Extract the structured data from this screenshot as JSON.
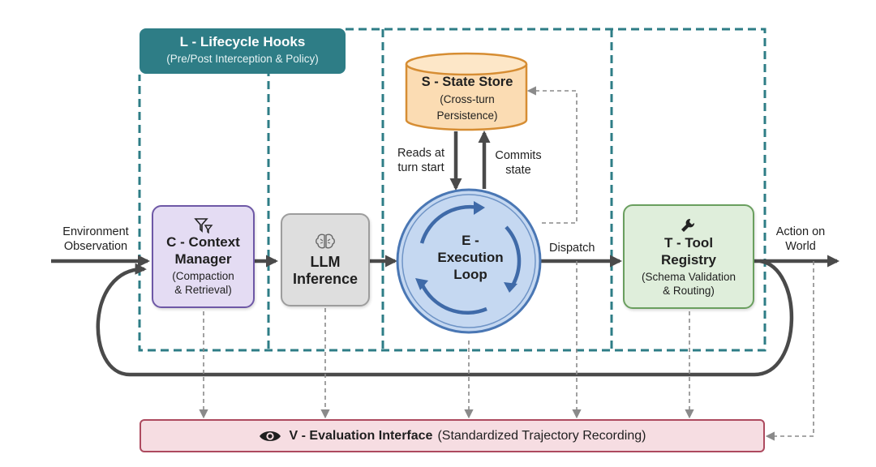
{
  "hooks": {
    "title": "L - Lifecycle Hooks",
    "subtitle": "(Pre/Post Interception & Policy)"
  },
  "context_manager": {
    "title_line1": "C - Context",
    "title_line2": "Manager",
    "sub_line1": "(Compaction",
    "sub_line2": "& Retrieval)",
    "icon": "filter-icon"
  },
  "llm": {
    "title_line1": "LLM",
    "title_line2": "Inference",
    "icon": "brain-icon"
  },
  "state_store": {
    "title": "S - State Store",
    "sub_line1": "(Cross-turn",
    "sub_line2": "Persistence)"
  },
  "execution_loop": {
    "title_line1": "E -",
    "title_line2": "Execution",
    "title_line3": "Loop"
  },
  "tool_registry": {
    "title_line1": "T - Tool",
    "title_line2": "Registry",
    "sub_line1": "(Schema Validation",
    "sub_line2": "& Routing)",
    "icon": "wrench-icon"
  },
  "evaluation": {
    "title": "V - Evaluation Interface",
    "subtitle": "(Standardized Trajectory Recording)",
    "icon": "eye-icon"
  },
  "labels": {
    "environment_line1": "Environment",
    "environment_line2": "Observation",
    "action_line1": "Action on",
    "action_line2": "World",
    "reads_line1": "Reads at",
    "reads_line2": "turn start",
    "commits_line1": "Commits",
    "commits_line2": "state",
    "dispatch": "Dispatch"
  },
  "colors": {
    "hooks_accent": "#2e7d86",
    "context_fill": "#e4dcf3",
    "llm_fill": "#dedede",
    "state_fill": "#fbdcb3",
    "execution_fill": "#c5d8f1",
    "tool_fill": "#dfeedb",
    "evaluation_fill": "#f6dde2",
    "arrow": "#4a4a4a"
  }
}
